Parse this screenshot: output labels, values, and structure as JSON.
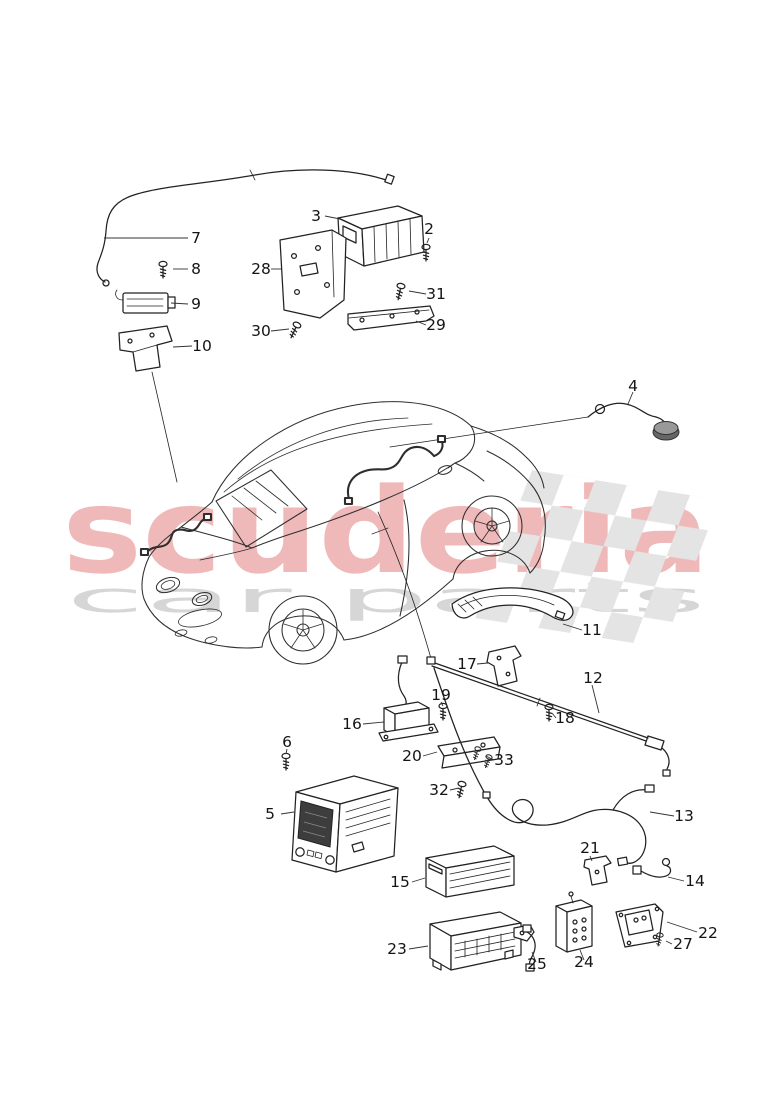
{
  "watermark": {
    "title": "scuderia",
    "subtitle": "car parts",
    "title_color": "#f0b9b9",
    "subtitle_color": "#d6d6d6",
    "flag_color": "#e4e4e4"
  },
  "diagram": {
    "line_color": "#222222",
    "parts": {
      "p2": "2",
      "p3": "3",
      "p4": "4",
      "p5": "5",
      "p6": "6",
      "p7": "7",
      "p8": "8",
      "p9": "9",
      "p10": "10",
      "p11": "11",
      "p12": "12",
      "p13": "13",
      "p14": "14",
      "p15": "15",
      "p16": "16",
      "p17": "17",
      "p18": "18",
      "p19": "19",
      "p20": "20",
      "p21": "21",
      "p22": "22",
      "p23": "23",
      "p24": "24",
      "p25": "25",
      "p27": "27",
      "p28": "28",
      "p29": "29",
      "p30": "30",
      "p31": "31",
      "p32": "32",
      "p33": "33"
    }
  }
}
